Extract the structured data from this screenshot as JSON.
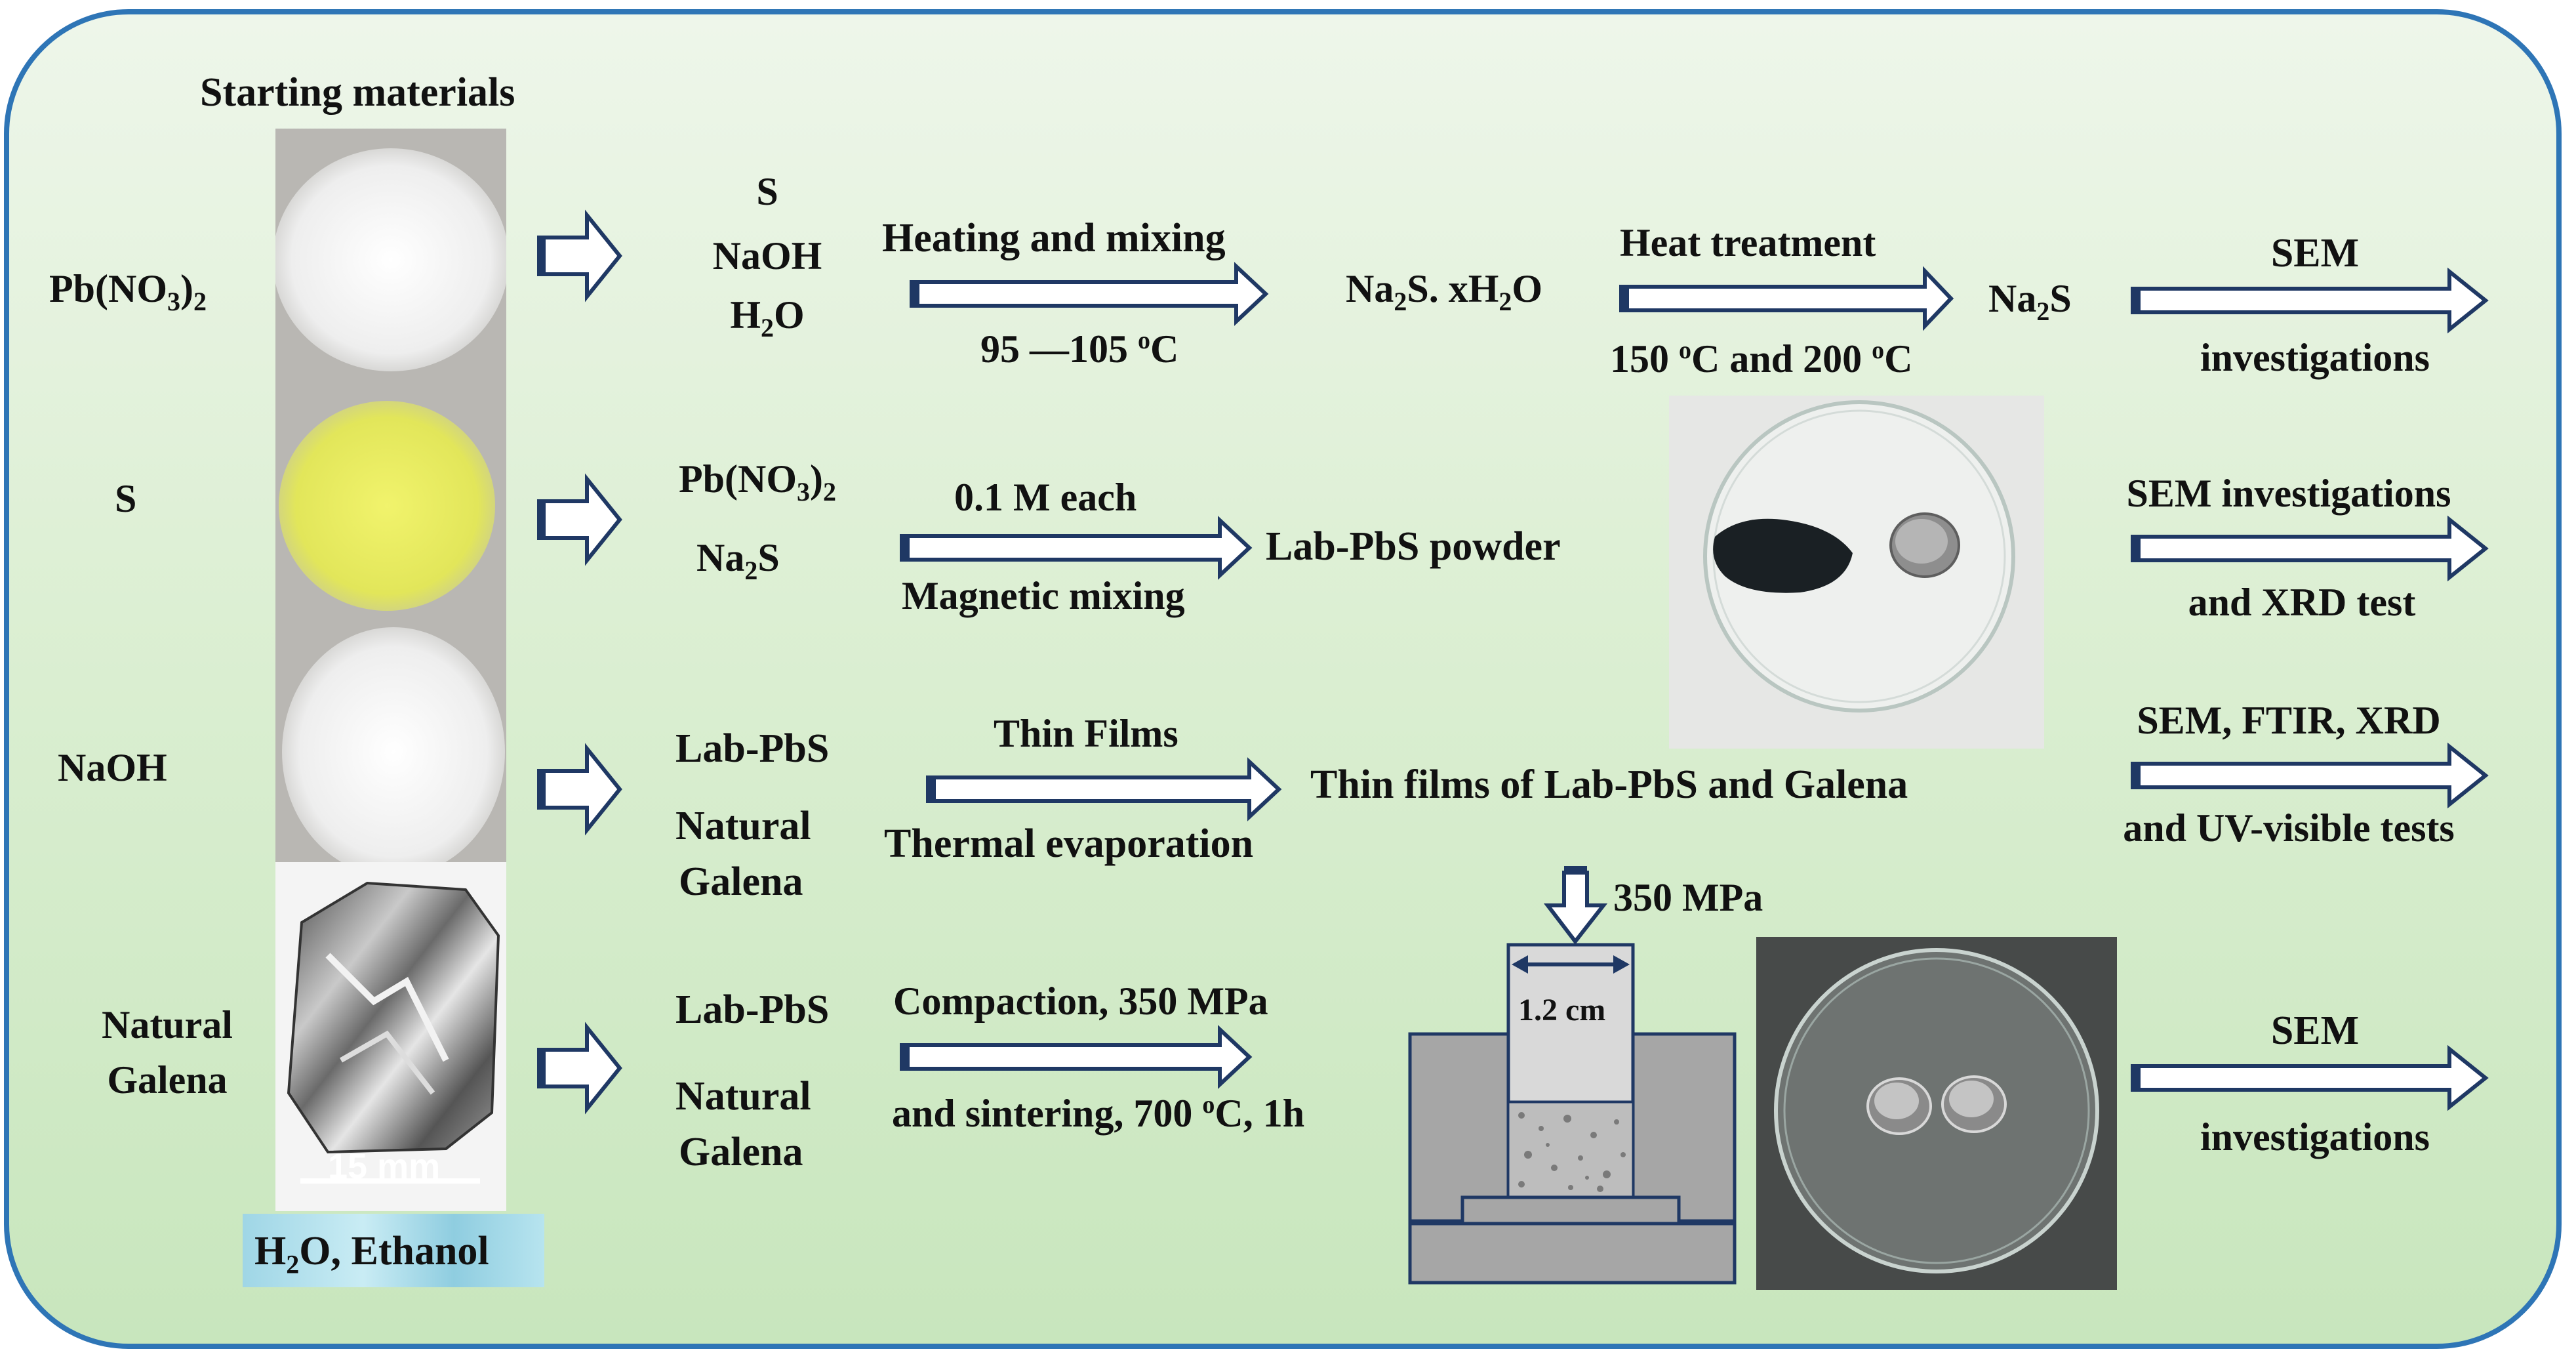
{
  "start": {
    "title": "Starting materials",
    "labels": {
      "pbno3": [
        "Pb(NO",
        "3",
        ")",
        "2"
      ],
      "s": "S",
      "naoh": "NaOH",
      "galena": [
        "Natural",
        "Galena"
      ]
    },
    "scale": "15 mm",
    "solvents": [
      "H",
      "2",
      "O, Ethanol"
    ]
  },
  "row1": {
    "inputs": {
      "s": "S",
      "naoh": "NaOH",
      "h2o": [
        "H",
        "2",
        "O"
      ]
    },
    "step1": {
      "above": "Heating and mixing",
      "below": [
        "95 —105 ",
        "o",
        "C"
      ]
    },
    "product1": [
      "Na",
      "2",
      "S. xH",
      "2",
      "O"
    ],
    "step2": {
      "above": "Heat treatment",
      "below": [
        "150 ",
        "o",
        "C and  200 ",
        "o",
        "C"
      ]
    },
    "product2": [
      "Na",
      "2",
      "S"
    ],
    "test": [
      "SEM",
      "investigations"
    ]
  },
  "row2": {
    "inputs": {
      "pbno3": [
        "Pb(NO",
        "3",
        ")",
        "2"
      ],
      "na2s": [
        "Na",
        "2",
        "S"
      ]
    },
    "step": {
      "above": "0.1 M each",
      "below": "Magnetic mixing"
    },
    "product": "Lab-PbS powder",
    "test": [
      "SEM investigations",
      "and XRD test"
    ]
  },
  "row3": {
    "inputs": [
      "Lab-PbS",
      "Natural",
      "Galena"
    ],
    "step": {
      "above": "Thin Films",
      "below": "Thermal evaporation"
    },
    "product": "Thin films of Lab-PbS  and Galena",
    "test": [
      "SEM, FTIR, XRD",
      "and UV-visible tests"
    ]
  },
  "row4": {
    "inputs": [
      "Lab-PbS",
      "Natural",
      "Galena"
    ],
    "step": {
      "above": "Compaction, 350 MPa",
      "below": [
        "and sintering, 700 ",
        "o",
        "C, 1h"
      ]
    },
    "press": {
      "pressure": "350 MPa",
      "width": "1.2 cm"
    },
    "test": [
      "SEM",
      "investigations"
    ]
  },
  "colors": {
    "frame": "#2e75b6",
    "arrow": "#1f3864",
    "die": "#a6a6a6",
    "sulfur": "#e8ec5a"
  }
}
